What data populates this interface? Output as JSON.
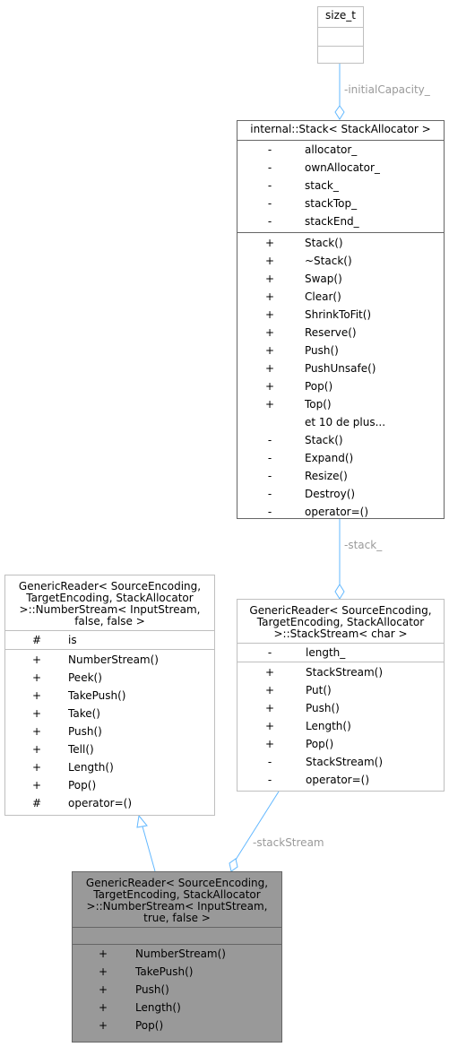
{
  "nodes": {
    "size_t": {
      "title": "size_t"
    },
    "stack": {
      "title": "internal::Stack< StackAllocator >",
      "attributes": [
        {
          "vis": "-",
          "name": "allocator_"
        },
        {
          "vis": "-",
          "name": "ownAllocator_"
        },
        {
          "vis": "-",
          "name": "stack_"
        },
        {
          "vis": "-",
          "name": "stackTop_"
        },
        {
          "vis": "-",
          "name": "stackEnd_"
        }
      ],
      "methods": [
        {
          "vis": "+",
          "name": "Stack()"
        },
        {
          "vis": "+",
          "name": "~Stack()"
        },
        {
          "vis": "+",
          "name": "Swap()"
        },
        {
          "vis": "+",
          "name": "Clear()"
        },
        {
          "vis": "+",
          "name": "ShrinkToFit()"
        },
        {
          "vis": "+",
          "name": "Reserve()"
        },
        {
          "vis": "+",
          "name": "Push()"
        },
        {
          "vis": "+",
          "name": "PushUnsafe()"
        },
        {
          "vis": "+",
          "name": "Pop()"
        },
        {
          "vis": "+",
          "name": "Top()"
        },
        {
          "vis": "",
          "name": "et 10 de plus..."
        },
        {
          "vis": "-",
          "name": "Stack()"
        },
        {
          "vis": "-",
          "name": "Expand()"
        },
        {
          "vis": "-",
          "name": "Resize()"
        },
        {
          "vis": "-",
          "name": "Destroy()"
        },
        {
          "vis": "-",
          "name": "operator=()"
        }
      ]
    },
    "number_stream_base": {
      "title_lines": [
        "GenericReader< SourceEncoding,",
        "TargetEncoding, StackAllocator",
        ">::NumberStream< InputStream,",
        "false, false >"
      ],
      "attributes": [
        {
          "vis": "#",
          "name": "is"
        }
      ],
      "methods": [
        {
          "vis": "+",
          "name": "NumberStream()"
        },
        {
          "vis": "+",
          "name": "Peek()"
        },
        {
          "vis": "+",
          "name": "TakePush()"
        },
        {
          "vis": "+",
          "name": "Take()"
        },
        {
          "vis": "+",
          "name": "Push()"
        },
        {
          "vis": "+",
          "name": "Tell()"
        },
        {
          "vis": "+",
          "name": "Length()"
        },
        {
          "vis": "+",
          "name": "Pop()"
        },
        {
          "vis": "#",
          "name": "operator=()"
        }
      ]
    },
    "stack_stream": {
      "title_lines": [
        "GenericReader< SourceEncoding,",
        "TargetEncoding, StackAllocator",
        ">::StackStream< char >"
      ],
      "attributes": [
        {
          "vis": "-",
          "name": "length_"
        }
      ],
      "methods": [
        {
          "vis": "+",
          "name": "StackStream()"
        },
        {
          "vis": "+",
          "name": "Put()"
        },
        {
          "vis": "+",
          "name": "Push()"
        },
        {
          "vis": "+",
          "name": "Length()"
        },
        {
          "vis": "+",
          "name": "Pop()"
        },
        {
          "vis": "-",
          "name": "StackStream()"
        },
        {
          "vis": "-",
          "name": "operator=()"
        }
      ]
    },
    "number_stream_current": {
      "title_lines": [
        "GenericReader< SourceEncoding,",
        "TargetEncoding, StackAllocator",
        ">::NumberStream< InputStream,",
        "true, false >"
      ],
      "methods": [
        {
          "vis": "+",
          "name": "NumberStream()"
        },
        {
          "vis": "+",
          "name": "TakePush()"
        },
        {
          "vis": "+",
          "name": "Push()"
        },
        {
          "vis": "+",
          "name": "Length()"
        },
        {
          "vis": "+",
          "name": "Pop()"
        }
      ]
    }
  },
  "edges": {
    "initial_capacity": "-initialCapacity_",
    "stack": "-stack_",
    "stack_stream": "-stackStream"
  },
  "colors": {
    "edge": "#63b8ff",
    "edge_label": "#9a9a9a",
    "current_fill": "#999999"
  }
}
